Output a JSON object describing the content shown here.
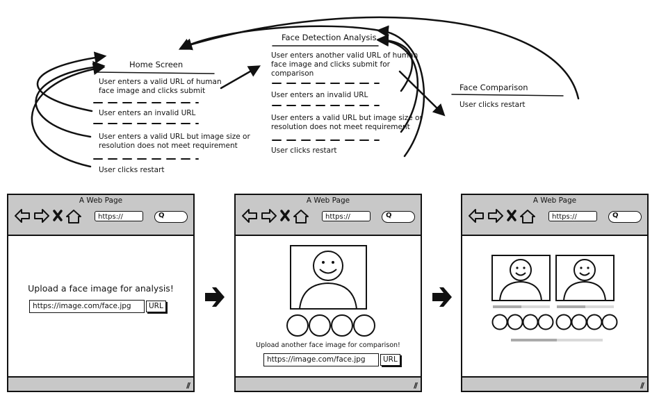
{
  "flow": {
    "home": {
      "title": "Home Screen",
      "events": [
        "User enters a valid URL of human\nface image and clicks submit",
        "User enters an invalid URL",
        "User enters a valid URL but image size or\nresolution does not meet requirement",
        "User clicks restart"
      ]
    },
    "analysis": {
      "title": "Face Detection Analysis",
      "events": [
        "User enters another valid URL of human\nface image and clicks submit for\ncomparison",
        "User enters an invalid URL",
        "User enters a valid URL but image size or\nresolution does not meet requirement",
        "User clicks restart"
      ]
    },
    "comparison": {
      "title": "Face Comparison",
      "events": [
        "User clicks restart"
      ]
    }
  },
  "browser": {
    "title": "A Web Page",
    "url": "https://"
  },
  "screens": {
    "upload": {
      "heading": "Upload a face image for analysis!",
      "input_value": "https://image.com/face.jpg",
      "button_label": "URL"
    },
    "analysis": {
      "prompt": "Upload another face image for comparison!",
      "input_value": "https://image.com/face.jpg",
      "button_label": "URL"
    }
  }
}
